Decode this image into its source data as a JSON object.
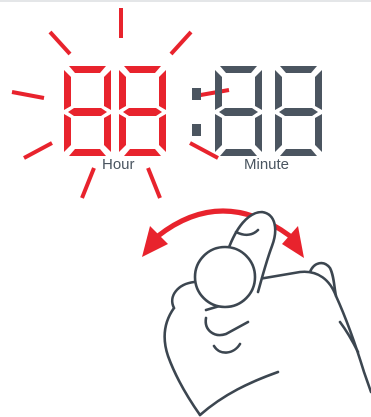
{
  "display": {
    "hour_label": "Hour",
    "minute_label": "Minute",
    "hour_digits_state": "blinking",
    "colors": {
      "hour": "#e8232d",
      "minute": "#4b5560",
      "rays": "#e8232d",
      "arrow": "#e8232d",
      "hand_outline": "#3c4650"
    }
  },
  "illustration": {
    "icons": [
      "sun-rays-icon",
      "double-arrow-icon",
      "knob-icon",
      "hand-icon"
    ]
  }
}
